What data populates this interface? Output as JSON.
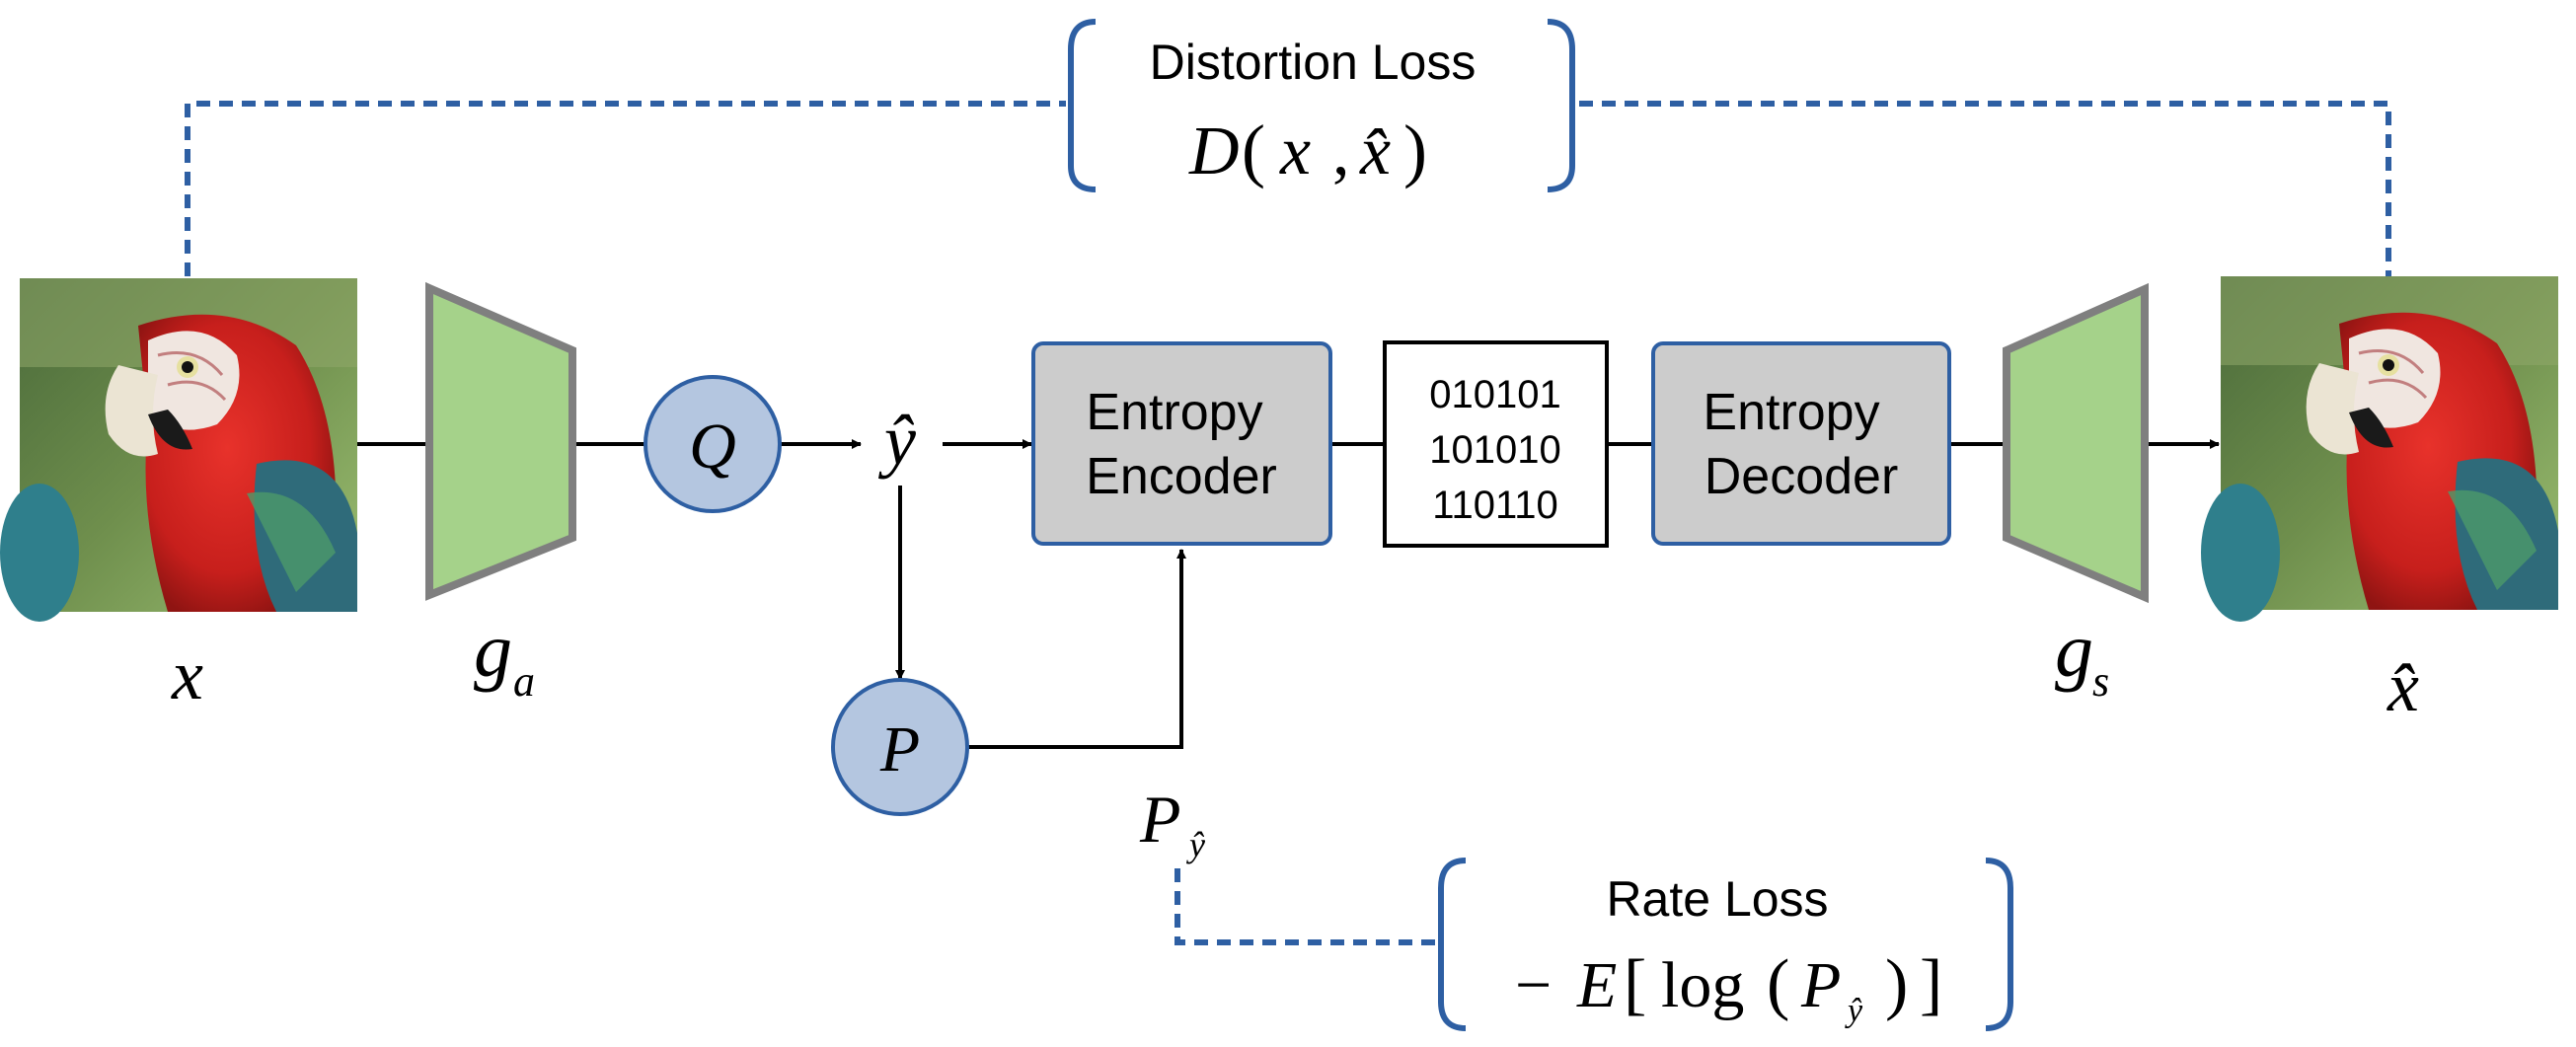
{
  "distortion": {
    "title": "Distortion Loss",
    "D": "D",
    "lparen": "(",
    "x": "x",
    "comma": ",",
    "xhat": "x̂",
    "rparen": ")"
  },
  "rate": {
    "title": "Rate Loss",
    "minus": "−",
    "E": "E",
    "lbracket": "[",
    "log": "log",
    "lparen": "(",
    "P": "P",
    "sub": "ŷ",
    "rparen": ")",
    "rbracket": "]"
  },
  "labels": {
    "x": "x",
    "g": "g",
    "ga_sub": "a",
    "gs_sub": "s",
    "xhat": "x̂",
    "yhat": "ŷ",
    "py_main": "P",
    "py_sub": "ŷ"
  },
  "nodes": {
    "Q": "Q",
    "P": "P"
  },
  "boxes": {
    "encoder_line1": "Entropy",
    "encoder_line2": "Encoder",
    "decoder_line1": "Entropy",
    "decoder_line2": "Decoder"
  },
  "bitstream": [
    "010101",
    "101010",
    "110110"
  ],
  "colors": {
    "accent_blue": "#2e5fa3",
    "node_fill": "#b4c6e0",
    "trapezoid_fill": "#a5d28a",
    "trapezoid_stroke": "#7f7f7f",
    "box_fill": "#cccccc",
    "box_stroke": "#2e5fa3"
  }
}
